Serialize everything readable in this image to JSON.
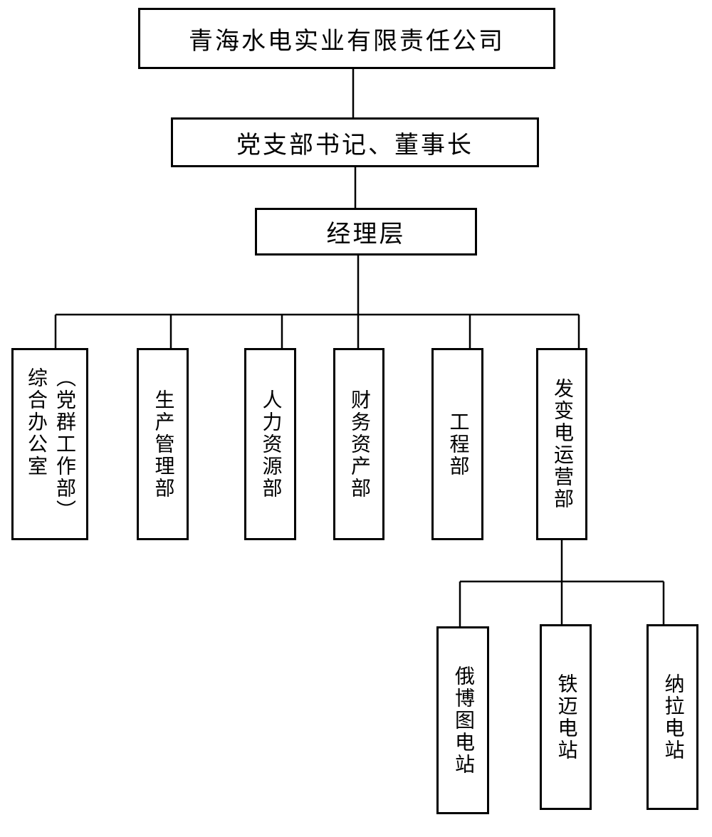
{
  "org_chart": {
    "root": {
      "label": "青海水电实业有限责任公司"
    },
    "level2": {
      "label": "党支部书记、董事长"
    },
    "level3": {
      "label": "经理层"
    },
    "departments": [
      {
        "label": "综合办公室（党群工作部）",
        "line1": "综合办公室",
        "line2": "（党群工作部）"
      },
      {
        "label": "生产管理部"
      },
      {
        "label": "人力资源部"
      },
      {
        "label": "财务资产部"
      },
      {
        "label": "工程部"
      },
      {
        "label": "发变电运营部"
      }
    ],
    "stations": [
      {
        "label": "俄博图电站"
      },
      {
        "label": "铁迈电站"
      },
      {
        "label": "纳拉电站"
      }
    ],
    "colors": {
      "line": "#000000",
      "text": "#000000",
      "background": "#ffffff"
    }
  }
}
